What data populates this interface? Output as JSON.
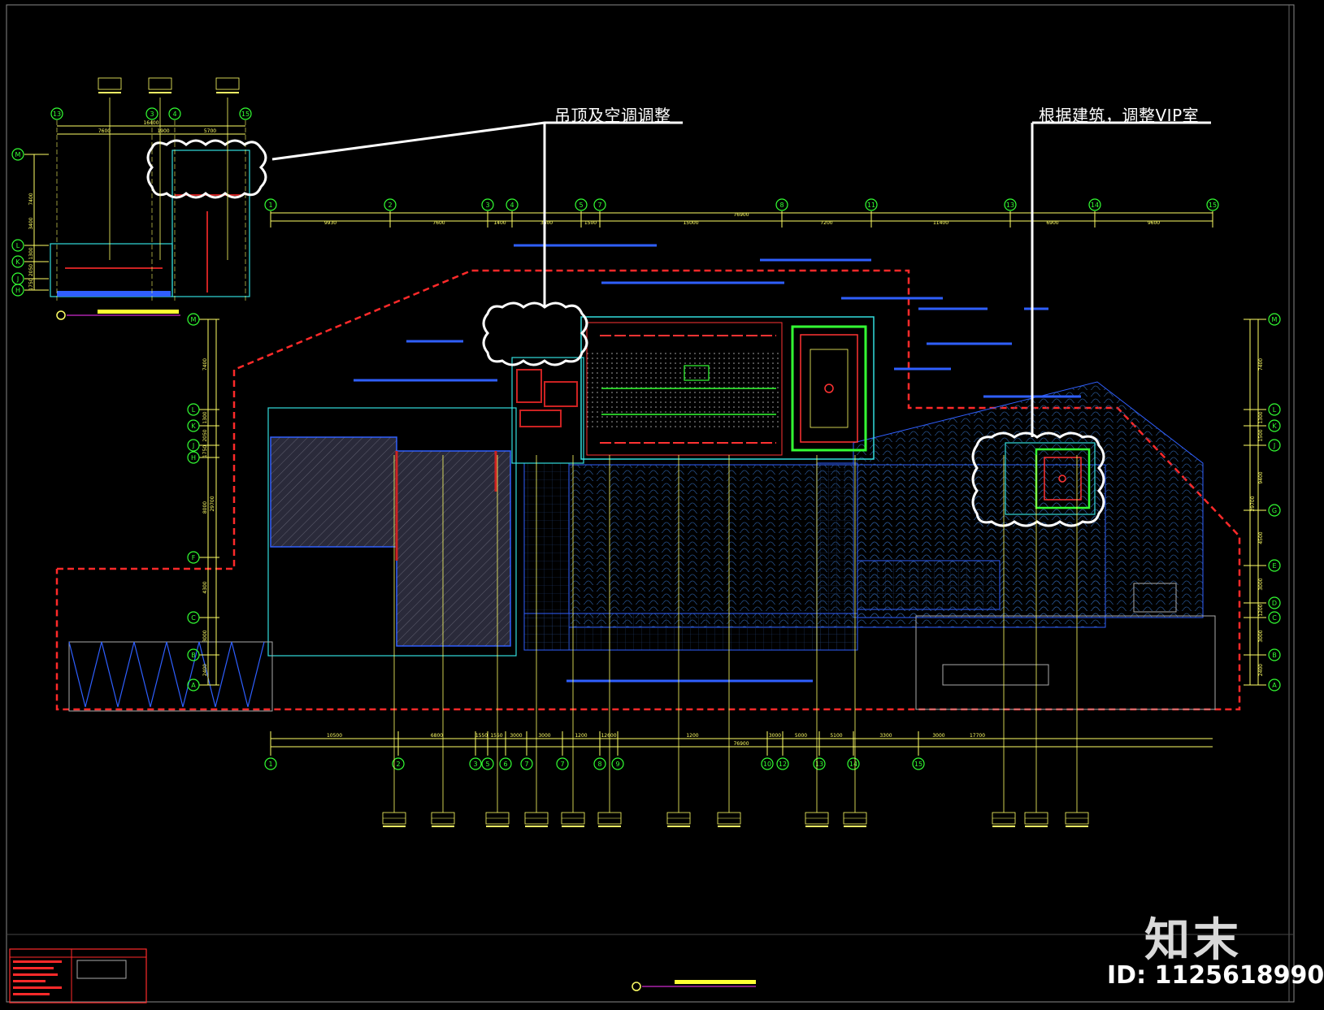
{
  "annotations": {
    "ceiling_ac": "吊顶及空调调整",
    "vip_room": "根据建筑，调整VIP室"
  },
  "watermark": {
    "brand": "知末",
    "id": "ID: 1125618990"
  },
  "grid_top": [
    "1",
    "2",
    "3",
    "4",
    "5",
    "7",
    "8",
    "11",
    "13",
    "14",
    "15"
  ],
  "grid_bottom": [
    "1",
    "2",
    "3",
    "5",
    "6",
    "7",
    "7",
    "8",
    "9",
    "10",
    "12",
    "13",
    "14",
    "15"
  ],
  "grid_left": [
    "M",
    "L",
    "K",
    "J",
    "H",
    "F",
    "C",
    "B",
    "A"
  ],
  "grid_right": [
    "M",
    "L",
    "K",
    "J",
    "G",
    "E",
    "D",
    "C",
    "B",
    "A"
  ],
  "dims_top": [
    "9930",
    "7600",
    "1400",
    "3600",
    "1500",
    "15000",
    "7200",
    "11400",
    "6900",
    "9600"
  ],
  "dims_top_total": "76900",
  "dims_bottom": [
    "10500",
    "6800",
    "1550",
    "1550",
    "3000",
    "3000",
    "1200",
    "12600",
    "1200",
    "3000",
    "5000",
    "5100",
    "3300",
    "3000",
    "17700"
  ],
  "dims_bottom_total": "76900",
  "dims_left": [
    "7400",
    "1300",
    "2050",
    "1750",
    "8000",
    "4300",
    "3000",
    "2400"
  ],
  "dims_left_total": "29700",
  "dims_right": [
    "7400",
    "1300",
    "1500",
    "9400",
    "4500",
    "3000",
    "1200",
    "3000",
    "2400"
  ],
  "dims_right_total": "29700",
  "inset_dims": [
    "16400",
    "7600",
    "1900",
    "5700"
  ],
  "inset_dims_left": [
    "7400",
    "3400",
    "1300",
    "2050",
    "1750"
  ],
  "colors": {
    "background": "#000000",
    "grid_line": "#ffff66",
    "grid_bubble": "#33ff33",
    "boundary": "#ff2a2a",
    "wall": "#2f5fff",
    "cyan": "#33dddd",
    "annotation": "#ffffff"
  }
}
